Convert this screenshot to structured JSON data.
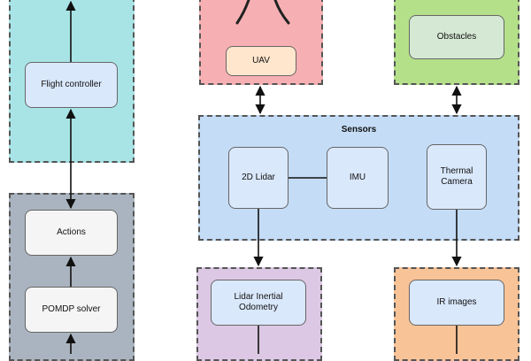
{
  "colors": {
    "flight_group": "#a8e4e6",
    "planner_group": "#aab4c0",
    "uav_group": "#f6b0b3",
    "obstacles_group": "#b4e08a",
    "sensors_group": "#c4dcf6",
    "lio_group": "#dcc8e4",
    "ir_group": "#f9c398",
    "blue_node": "#dae8fc",
    "gray_node": "#f5f5f5",
    "orange_node": "#ffe6cc",
    "green_node": "#d5e8d4",
    "arrow": "#111111"
  },
  "nodes": {
    "flight_controller": "Flight controller",
    "actions": "Actions",
    "pomdp_solver": "POMDP solver",
    "uav": "UAV",
    "obstacles": "Obstacles",
    "sensors_title": "Sensors",
    "lidar_2d": "2D Lidar",
    "imu": "IMU",
    "thermal_camera_line1": "Thermal",
    "thermal_camera_line2": "Camera",
    "lio_line1": "Lidar Inertial",
    "lio_line2": "Odometry",
    "ir_images": "IR images"
  }
}
